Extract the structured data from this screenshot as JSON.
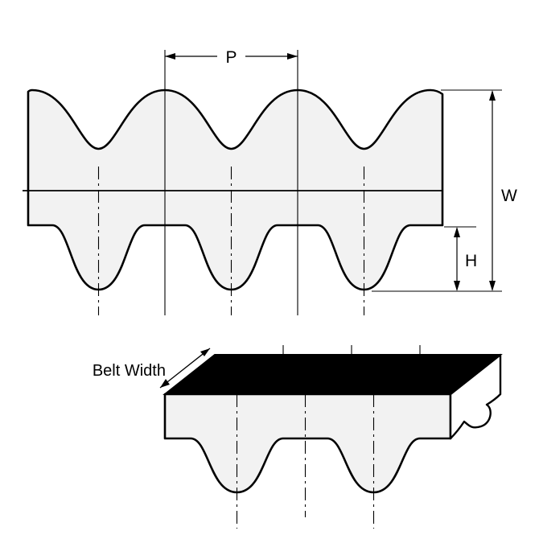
{
  "diagram": {
    "labels": {
      "pitch": "P",
      "overall_width": "W",
      "tooth_height": "H",
      "belt_width": "Belt Width"
    },
    "colors": {
      "background": "#ffffff",
      "outline": "#000000",
      "belt_fill": "#f2f2f2",
      "top_face": "#000000",
      "end_face": "#ffffff"
    }
  }
}
